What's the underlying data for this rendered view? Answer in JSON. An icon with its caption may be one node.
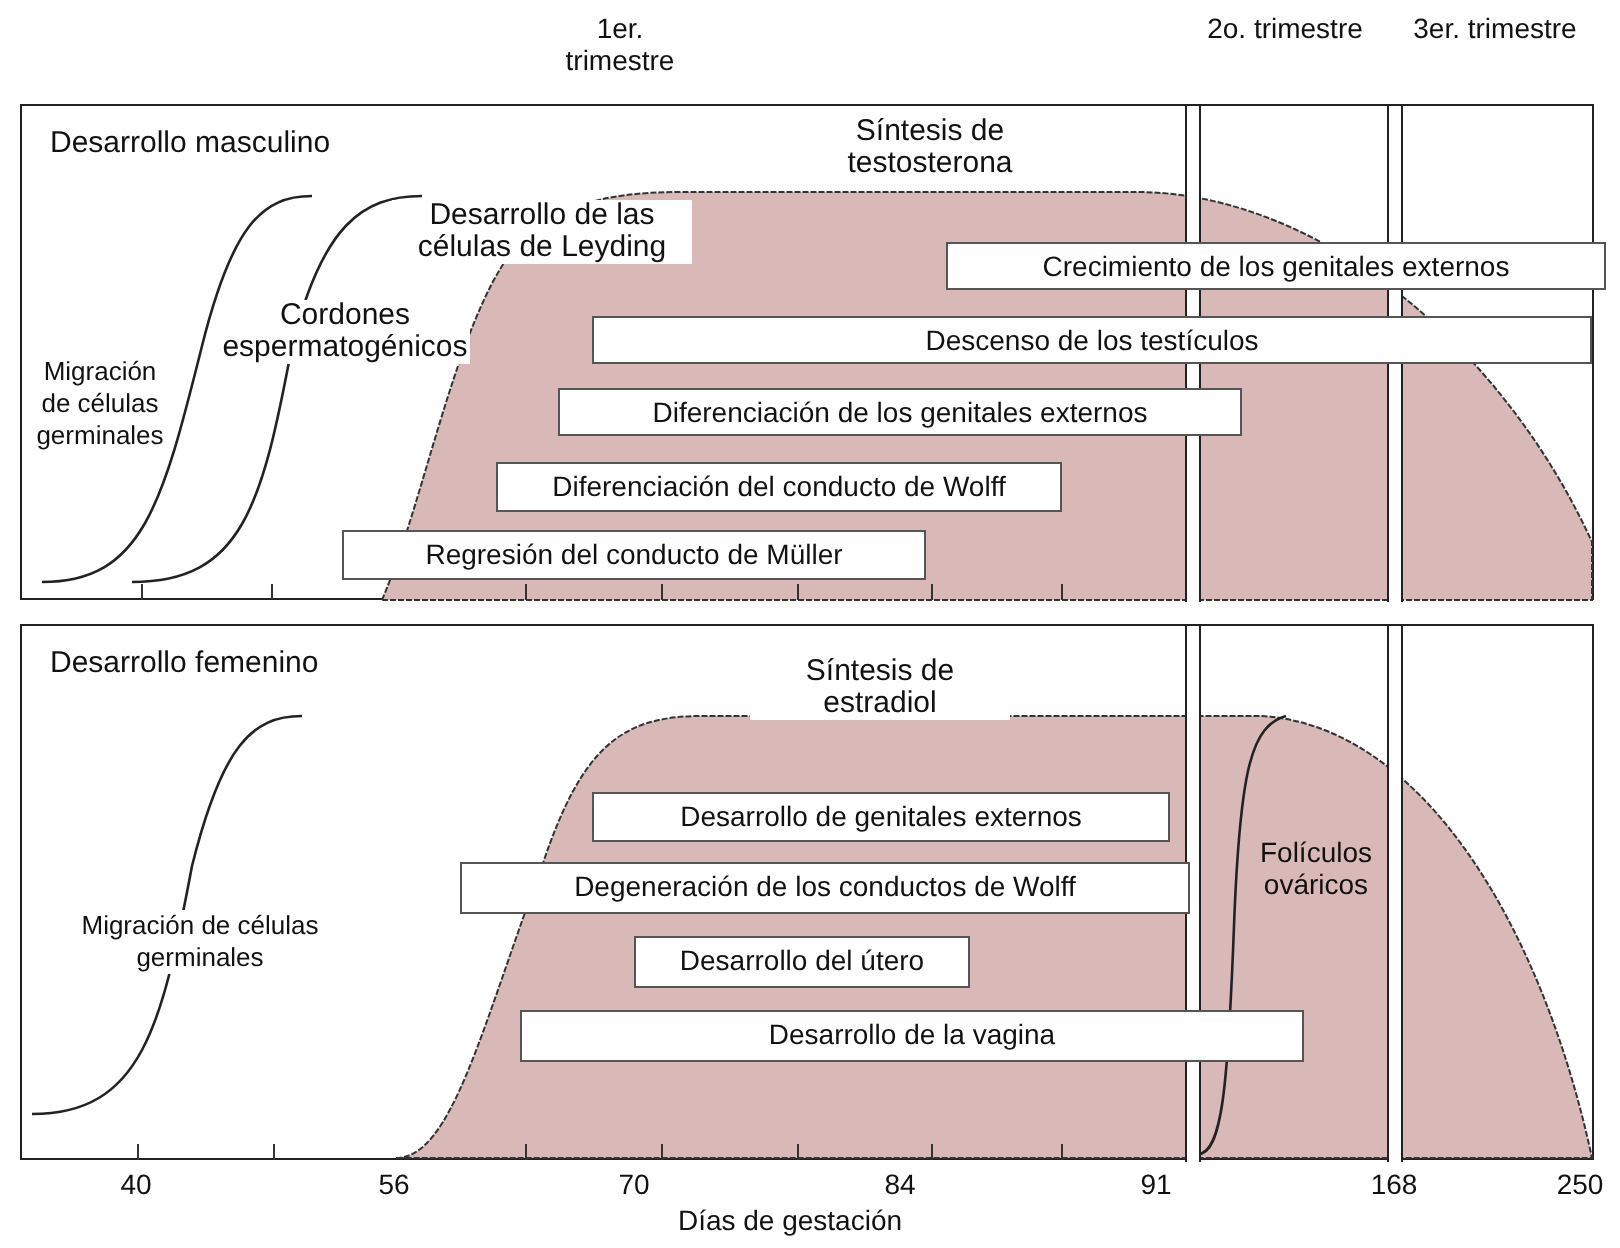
{
  "diagram": {
    "nodes": [
      {
        "text": [
          "Desarrollo masculino"
        ]
      },
      {
        "text": [
          "Crecimiento de los genitales externos"
        ],
        "in": 0
      },
      {
        "text": [
          "Descenso de los testículos"
        ],
        "in": 0
      },
      {
        "text": [
          "Diferenciación de los genitales externos"
        ],
        "in": 0
      },
      {
        "text": [
          "Diferenciación del conducto de Wolff"
        ],
        "in": 0
      },
      {
        "text": [
          "Regresión del conducto de Müller"
        ],
        "in": 0
      },
      {
        "text": [
          "Desarrollo femenino"
        ]
      },
      {
        "text": [
          "Desarrollo de genitales externos"
        ],
        "in": 6
      },
      {
        "text": [
          "Degeneración de los conductos de Wolff"
        ],
        "in": 6
      },
      {
        "text": [
          "Desarrollo del útero"
        ],
        "in": 6
      },
      {
        "text": [
          "Desarrollo de la vagina"
        ],
        "in": 6
      }
    ],
    "edges": [],
    "labels": [
      "1er. trimestre",
      "2o. trimestre",
      "3er. trimestre",
      "Desarrollo de las células de Leyding",
      "Síntesis de testosterona",
      "Cordones espermatogénicos",
      "Migración de células germinales",
      "Síntesis de estradiol",
      "Folículos ováricos",
      "Migración de células germinales",
      "40",
      "56",
      "70",
      "84",
      "91",
      "168",
      "250",
      "Días de gestación"
    ]
  }
}
